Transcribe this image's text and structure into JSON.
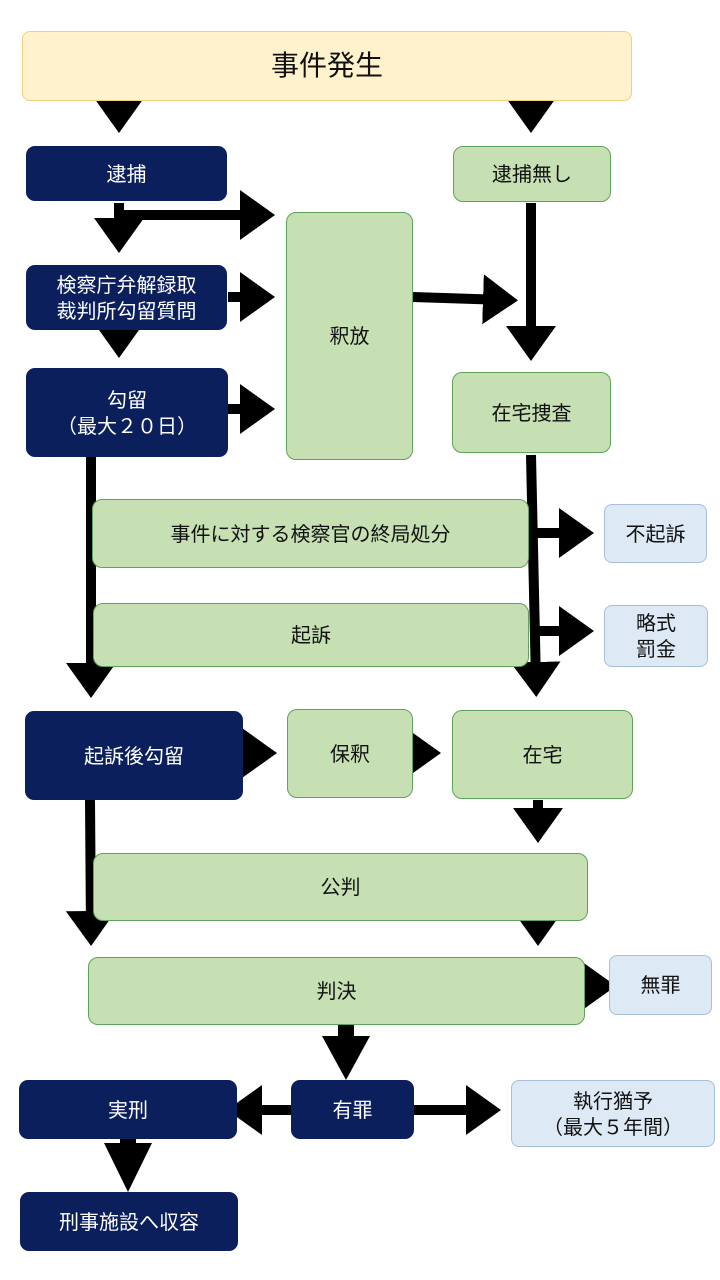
{
  "colors": {
    "navy": "#0b1f5c",
    "green": "#c6e0b4",
    "green_border": "#5fa35a",
    "pale_blue": "#dde9f5",
    "yellow": "#fff2cc",
    "arrow": "#000000"
  },
  "nodes": {
    "incident": "事件発生",
    "arrest": "逮捕",
    "no_arrest": "逮捕無し",
    "prosecutor_review": "検察庁弁解録取\n裁判所勾留質問",
    "release": "釈放",
    "detention": "勾留\n（最大２０日）",
    "home_investigation": "在宅捜査",
    "final_disposition": "事件に対する検察官の終局処分",
    "non_prosecution": "不起訴",
    "indictment": "起訴",
    "summary_fine": "略式\n罰金",
    "post_indictment_detention": "起訴後勾留",
    "bail": "保釈",
    "at_home": "在宅",
    "public_trial": "公判",
    "judgment": "判決",
    "not_guilty": "無罪",
    "guilty": "有罪",
    "prison_sentence": "実刑",
    "suspended_sentence": "執行猶予\n（最大５年間）",
    "incarceration": "刑事施設へ収容"
  }
}
